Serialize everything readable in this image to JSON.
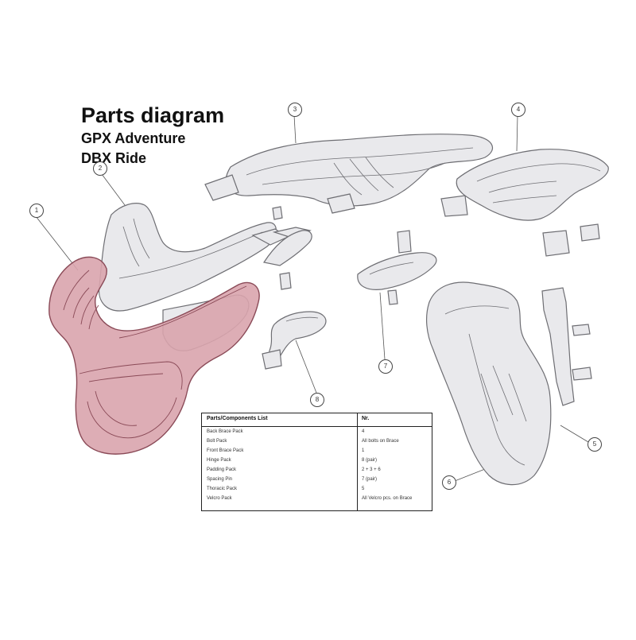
{
  "title": "Parts diagram",
  "subtitle_1": "GPX Adventure",
  "subtitle_2": "DBX Ride",
  "callouts": [
    "1",
    "2",
    "3",
    "4",
    "5",
    "6",
    "7",
    "8"
  ],
  "table": {
    "header_name": "Parts/Components List",
    "header_nr": "Nr.",
    "rows": [
      {
        "name": "Back Brace Pack",
        "nr": "4"
      },
      {
        "name": "Bolt Pack",
        "nr": "All bolts on Brace"
      },
      {
        "name": "Front Brace Pack",
        "nr": "1"
      },
      {
        "name": "Hinge Pack",
        "nr": "8 (pair)"
      },
      {
        "name": "Padding Pack",
        "nr": "2 + 3 + 6"
      },
      {
        "name": "Spacing Pin",
        "nr": "7 (pair)"
      },
      {
        "name": "Thoracic Pack",
        "nr": "5"
      },
      {
        "name": "Velcro Pack",
        "nr": "All Velcro pcs. on Brace"
      }
    ]
  },
  "colors": {
    "highlight_fill": "#d9a4ad",
    "highlight_stroke": "#8a4a57",
    "part_fill": "#e9e9ec",
    "part_stroke": "#6e6e73",
    "leader": "#555555"
  }
}
